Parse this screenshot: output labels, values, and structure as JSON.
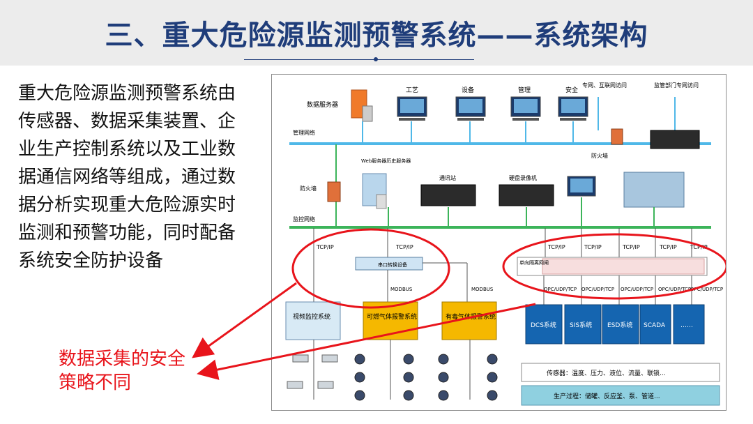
{
  "slide": {
    "title": "三、重大危险源监测预警系统——系统架构",
    "description": "重大危险源监测预警系统由传感器、数据采集装置、企业生产控制系统以及工业数据通信网络等组成，通过数据分析实现重大危险源实时监测和预警功能，同时配备系统安全防护设备",
    "note": "数据采集的安全策略不同"
  },
  "diagram": {
    "data_server": "数据服务器",
    "terminals": [
      "工艺",
      "设备",
      "管理",
      "安全"
    ],
    "internet_access": "专网、互联网访问",
    "regulator_access": "监管部门专网访问",
    "mgmt_network": "管理网络",
    "firewall_top": "防火墙",
    "firewall_left": "防火墙",
    "web_server": "Web服务器历史服务器",
    "comm_station": "通讯站",
    "nvr": "硬盘录像机",
    "monitor_network": "监控网络",
    "tcpip": "TCP/IP",
    "serial_device": "串口转换设备",
    "isolation_gateway": "单向隔离网闸",
    "modbus": "MODBUS",
    "opc": "OPC/UDP/TCP",
    "video_system": "视频监控系统",
    "combustible_gas": "可燃气体报警系统",
    "toxic_gas": "有毒气体报警系统",
    "control_systems": [
      "DCS系统",
      "SIS系统",
      "ESD系统",
      "SCADA",
      "……"
    ],
    "sensors": "传感器：温度、压力、液位、流量、联锁...",
    "process": "生产过程：储罐、反应釜、泵、管道..."
  },
  "colors": {
    "title": "#1f3d7a",
    "alert": "#e8141b",
    "net_blue": "#4fb8e8",
    "net_green": "#3cb45a",
    "ctrl": "#1565b0",
    "gas": "#f5b800"
  }
}
